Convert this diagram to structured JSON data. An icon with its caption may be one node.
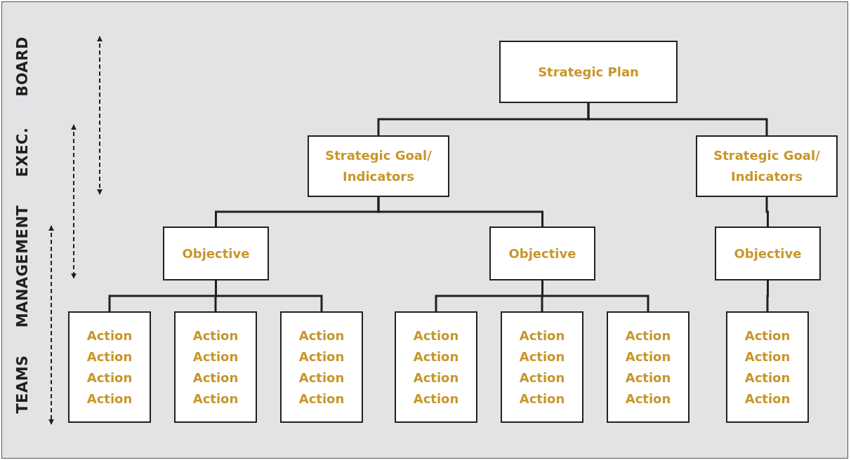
{
  "diagram": {
    "nodes": [
      {
        "text": [
          "Strategic Plan"
        ]
      },
      {
        "text": [
          "Strategic Goal/ Indicators"
        ]
      },
      {
        "text": [
          "Strategic Goal/ Indicators"
        ]
      },
      {
        "text": [
          "Objective"
        ]
      },
      {
        "text": [
          "Objective"
        ]
      },
      {
        "text": [
          "Objective"
        ]
      },
      {
        "text": [
          "Action",
          "Action",
          "Action",
          "Action"
        ]
      },
      {
        "text": [
          "Action",
          "Action",
          "Action",
          "Action"
        ]
      },
      {
        "text": [
          "Action",
          "Action",
          "Action",
          "Action"
        ]
      },
      {
        "text": [
          "Action",
          "Action",
          "Action",
          "Action"
        ]
      },
      {
        "text": [
          "Action",
          "Action",
          "Action",
          "Action"
        ]
      },
      {
        "text": [
          "Action",
          "Action",
          "Action",
          "Action"
        ]
      },
      {
        "text": [
          "Action",
          "Action",
          "Action",
          "Action"
        ]
      }
    ],
    "edges": [
      {
        "from": 0,
        "to": 1,
        "arrow": "none"
      },
      {
        "from": 0,
        "to": 2,
        "arrow": "none"
      },
      {
        "from": 1,
        "to": 3,
        "arrow": "none"
      },
      {
        "from": 1,
        "to": 4,
        "arrow": "none"
      },
      {
        "from": 2,
        "to": 5,
        "arrow": "none"
      },
      {
        "from": 3,
        "to": 6,
        "arrow": "none"
      },
      {
        "from": 3,
        "to": 7,
        "arrow": "none"
      },
      {
        "from": 3,
        "to": 8,
        "arrow": "none"
      },
      {
        "from": 4,
        "to": 9,
        "arrow": "none"
      },
      {
        "from": 4,
        "to": 10,
        "arrow": "none"
      },
      {
        "from": 4,
        "to": 11,
        "arrow": "none"
      },
      {
        "from": 5,
        "to": 12,
        "arrow": "none"
      }
    ],
    "labels": [
      "BOARD",
      "EXEC.",
      "MANAGEMENT",
      "TEAMS"
    ]
  }
}
